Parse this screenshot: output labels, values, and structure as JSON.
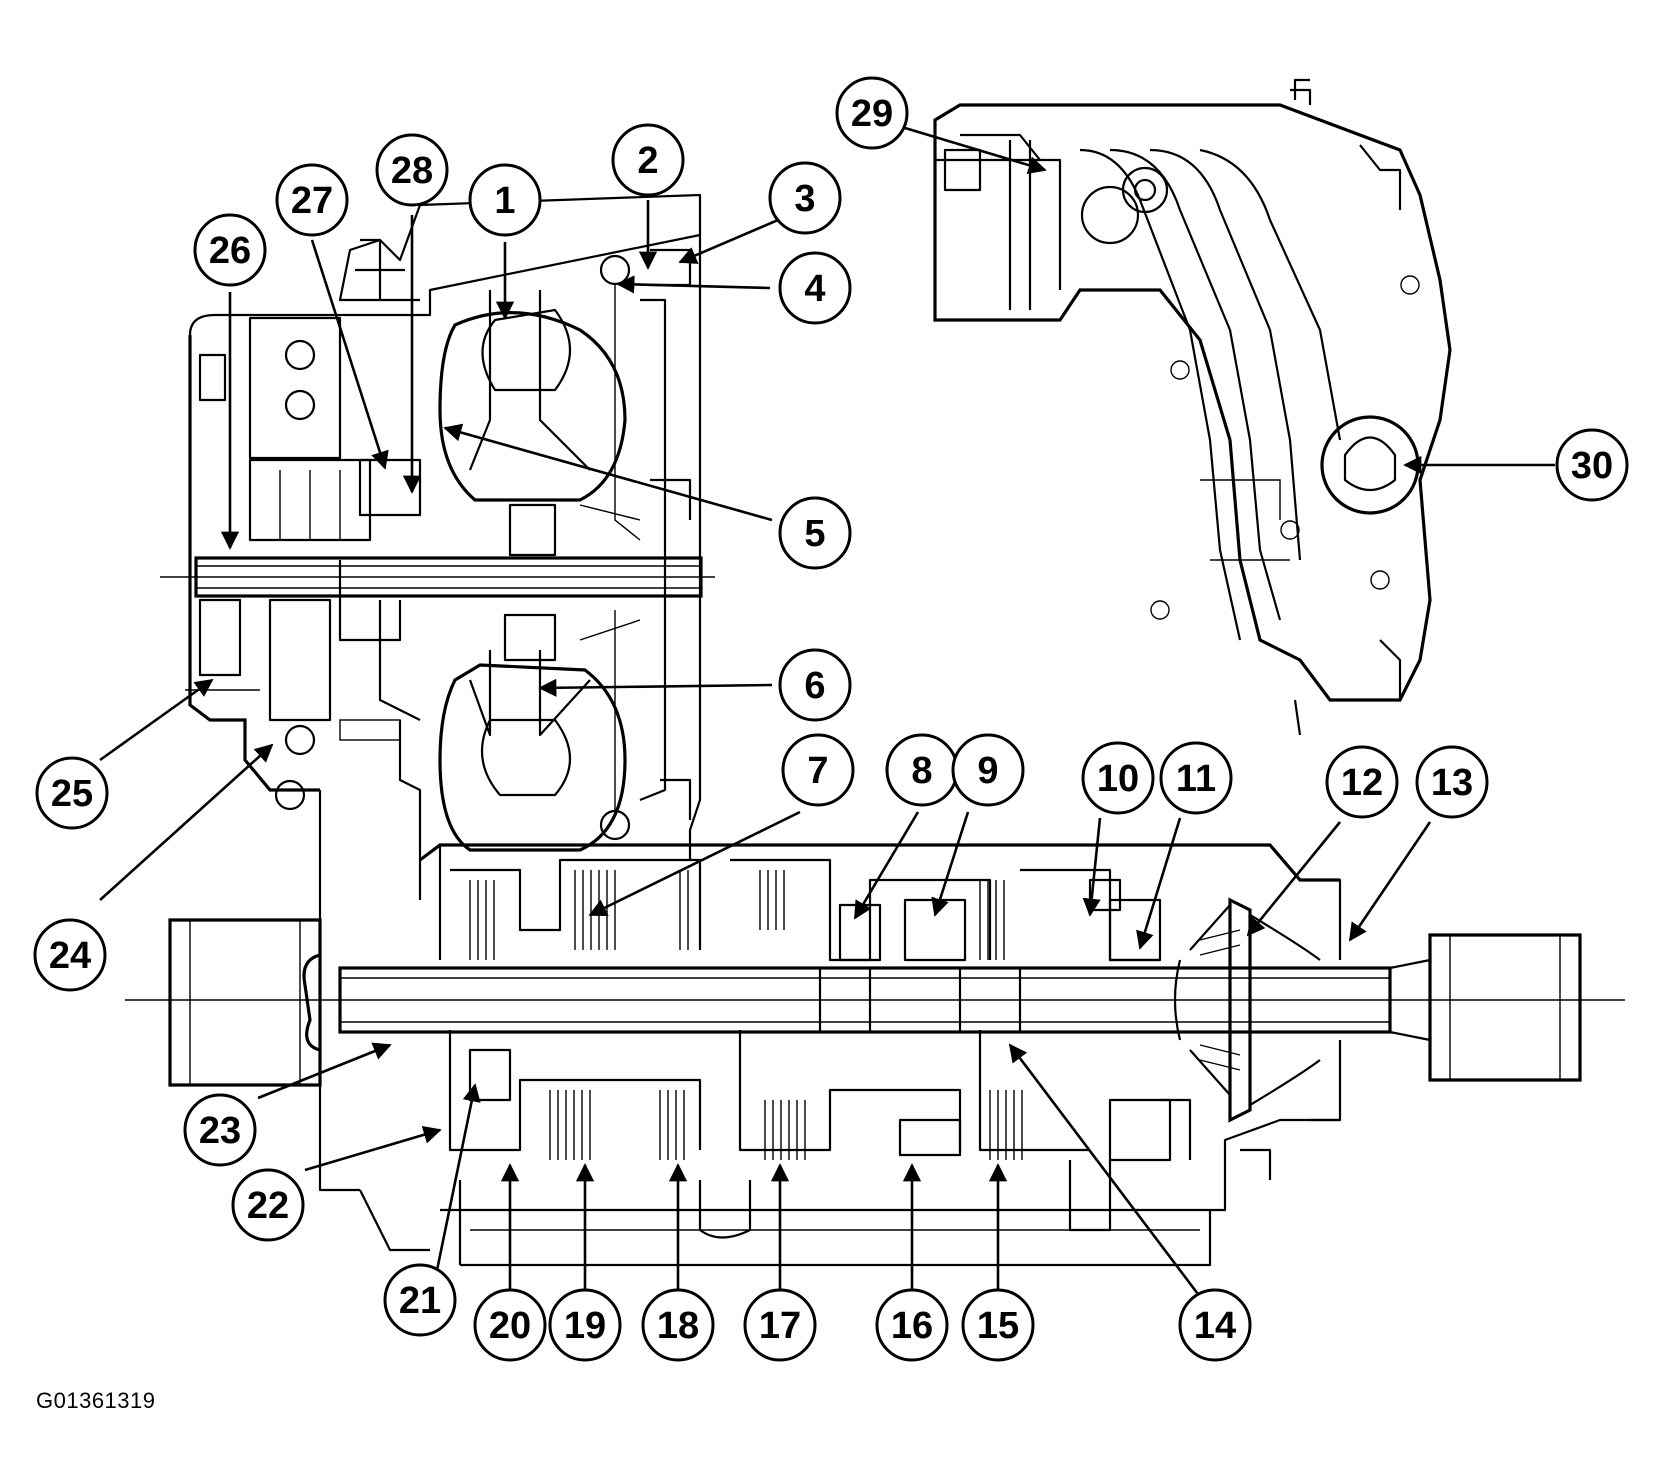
{
  "figure_id": "G01361319",
  "callouts": [
    "1",
    "2",
    "3",
    "4",
    "5",
    "6",
    "7",
    "8",
    "9",
    "10",
    "11",
    "12",
    "13",
    "14",
    "15",
    "16",
    "17",
    "18",
    "19",
    "20",
    "21",
    "22",
    "23",
    "24",
    "25",
    "26",
    "27",
    "28",
    "29",
    "30"
  ],
  "colors": {
    "ink": "#000000",
    "paper": "#ffffff"
  }
}
